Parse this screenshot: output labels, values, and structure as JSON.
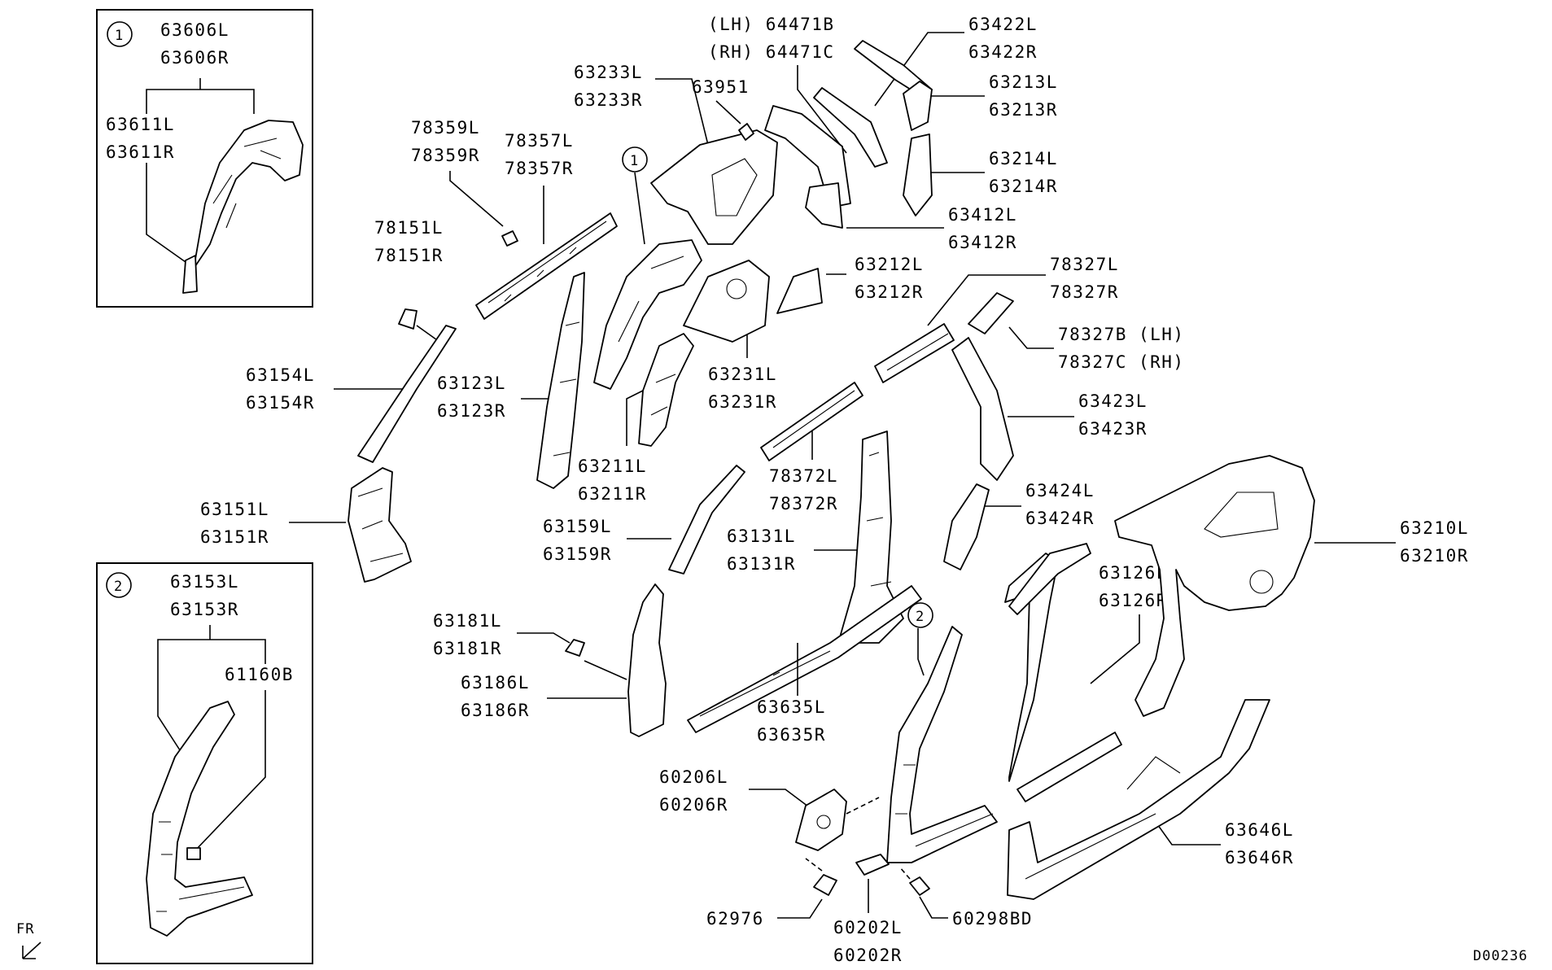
{
  "diagram": {
    "footer_code": "D00236",
    "direction_label": "FR",
    "callout_markers": [
      "1",
      "2"
    ],
    "part_labels": {
      "p63606": [
        "63606L",
        "63606R"
      ],
      "p63611": [
        "63611L",
        "63611R"
      ],
      "p78359": [
        "78359L",
        "78359R"
      ],
      "p78357": [
        "78357L",
        "78357R"
      ],
      "p78151": [
        "78151L",
        "78151R"
      ],
      "p63154": [
        "63154L",
        "63154R"
      ],
      "p63151": [
        "63151L",
        "63151R"
      ],
      "p63153": [
        "63153L",
        "63153R"
      ],
      "p61160": [
        "61160B"
      ],
      "p63233": [
        "63233L",
        "63233R"
      ],
      "p63123": [
        "63123L",
        "63123R"
      ],
      "p63951": [
        "63951"
      ],
      "p64471": [
        "(LH) 64471B",
        "(RH) 64471C"
      ],
      "p63422": [
        "63422L",
        "63422R"
      ],
      "p63213": [
        "63213L",
        "63213R"
      ],
      "p63214": [
        "63214L",
        "63214R"
      ],
      "p63412": [
        "63412L",
        "63412R"
      ],
      "p63212": [
        "63212L",
        "63212R"
      ],
      "p63231": [
        "63231L",
        "63231R"
      ],
      "p63211": [
        "63211L",
        "63211R"
      ],
      "p78327": [
        "78327L",
        "78327R"
      ],
      "p78327b": [
        "78327B (LH)",
        "78327C (RH)"
      ],
      "p63423": [
        "63423L",
        "63423R"
      ],
      "p78372": [
        "78372L",
        "78372R"
      ],
      "p63424": [
        "63424L",
        "63424R"
      ],
      "p63159": [
        "63159L",
        "63159R"
      ],
      "p63131": [
        "63131L",
        "63131R"
      ],
      "p63126": [
        "63126L",
        "63126R"
      ],
      "p63210": [
        "63210L",
        "63210R"
      ],
      "p63181": [
        "63181L",
        "63181R"
      ],
      "p63186": [
        "63186L",
        "63186R"
      ],
      "p63635": [
        "63635L",
        "63635R"
      ],
      "p60206": [
        "60206L",
        "60206R"
      ],
      "p63646": [
        "63646L",
        "63646R"
      ],
      "p62976": [
        "62976"
      ],
      "p60202": [
        "60202L",
        "60202R"
      ],
      "p60298": [
        "60298BD"
      ]
    }
  }
}
